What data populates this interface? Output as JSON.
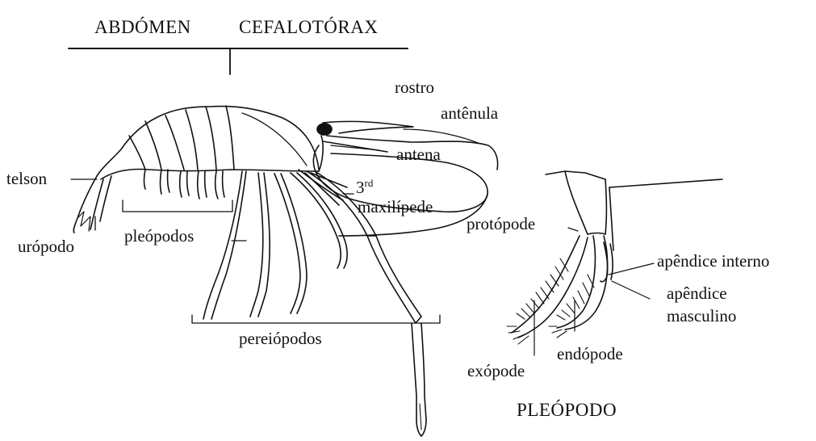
{
  "headings": {
    "abdomen": "ABDÓMEN",
    "cephalothorax": "CEFALOTÓRAX"
  },
  "shrimp_labels": {
    "rostro": "rostro",
    "antenula": "antênula",
    "antena": "antena",
    "telson": "telson",
    "maxilipede_ord": "3",
    "maxilipede_sup": "rd",
    "maxilipede": "maxilípede",
    "uropodo": "urópodo",
    "pleopodos": "pleópodos",
    "pereiopodos": "pereiópodos"
  },
  "pleopod_labels": {
    "protopode": "protópode",
    "apendice_interno": "apêndice interno",
    "apendice_masculino_1": "apêndice",
    "apendice_masculino_2": "masculino",
    "exopode": "exópode",
    "endopode": "endópode",
    "title": "PLEÓPODO"
  },
  "colors": {
    "ink": "#111111",
    "background": "#ffffff"
  }
}
